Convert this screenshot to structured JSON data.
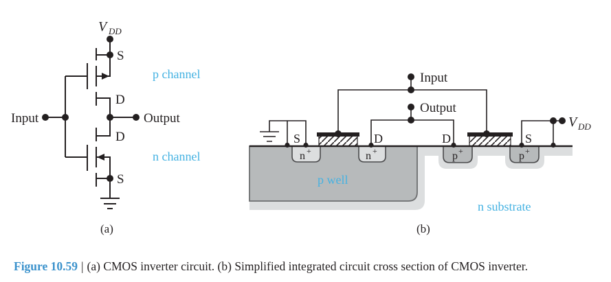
{
  "palette": {
    "ink": "#231f20",
    "label_cyan": "#45b2e2",
    "caption_blue": "#3b92cc",
    "p_well_gray": "#b7babb",
    "halo_gray": "#dcdedf"
  },
  "schematic": {
    "vdd": {
      "main": "V",
      "sub": "DD"
    },
    "input_label": "Input",
    "output_label": "Output",
    "pmos": {
      "source": "S",
      "drain": "D",
      "channel_label": "p channel"
    },
    "nmos": {
      "drain": "D",
      "source": "S",
      "channel_label": "n channel"
    },
    "sublabel": "(a)"
  },
  "cross_section": {
    "input_label": "Input",
    "output_label": "Output",
    "vdd": {
      "main": "V",
      "sub": "DD"
    },
    "terminals": {
      "s_left": "S",
      "d_left": "D",
      "d_right": "D",
      "s_right": "S"
    },
    "regions": {
      "n_plus_base": "n",
      "p_plus_base": "p",
      "plus_sign": "+",
      "p_well": "p well",
      "n_substrate": "n substrate"
    },
    "sublabel": "(b)"
  },
  "caption": {
    "figure_label": "Figure 10.59",
    "separator": "|",
    "body": "(a) CMOS inverter circuit. (b) Simplified integrated circuit cross section of CMOS inverter."
  }
}
